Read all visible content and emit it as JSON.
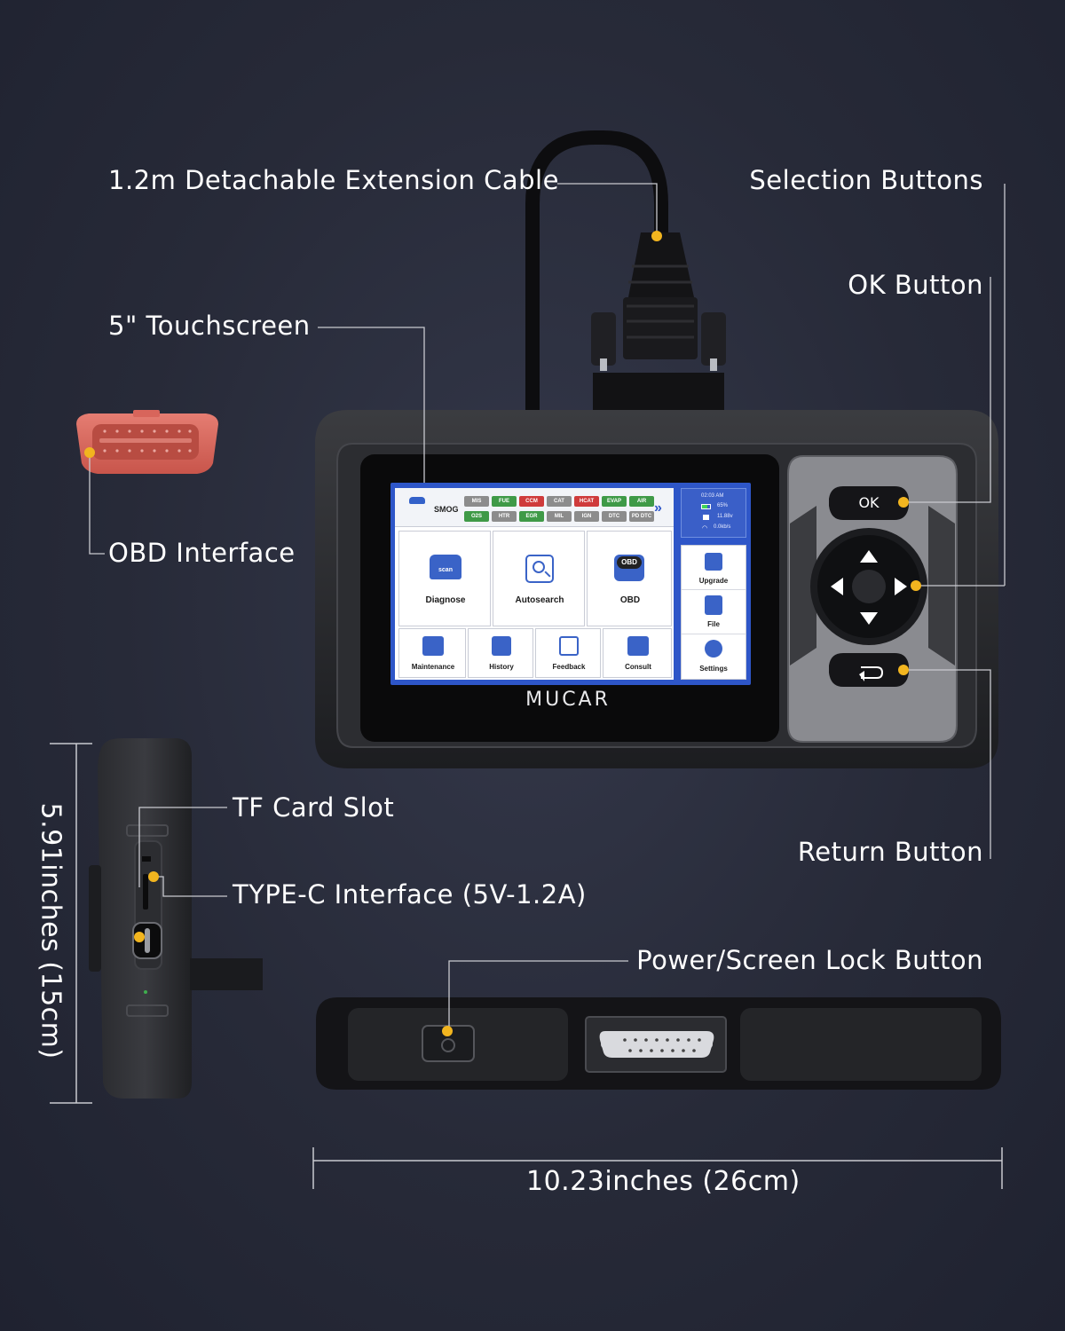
{
  "callouts": {
    "cable": "1.2m Detachable Extension Cable",
    "selection_buttons": "Selection Buttons",
    "ok_button": "OK Button",
    "touchscreen": "5\" Touchscreen",
    "obd_interface": "OBD Interface",
    "tf_card_slot": "TF Card Slot",
    "type_c": "TYPE-C Interface (5V-1.2A)",
    "return_button": "Return Button",
    "power_button": "Power/Screen Lock Button"
  },
  "dimensions": {
    "height": "5.91inches (15cm)",
    "width": "10.23inches (26cm)"
  },
  "device": {
    "brand": "MUCAR",
    "ok_key": "OK"
  },
  "screen": {
    "smog_label": "SMOG",
    "monitors_row1": [
      "MIS",
      "FUE",
      "CCM",
      "CAT",
      "HCAT",
      "EVAP",
      "AIR"
    ],
    "monitors_row2": [
      "O2S",
      "HTR",
      "EGR",
      "MIL",
      "IGN",
      "DTC",
      "PD DTC"
    ],
    "tiles_top": [
      "Diagnose",
      "Autosearch",
      "OBD"
    ],
    "tiles_bottom": [
      "Maintenance",
      "History",
      "Feedback",
      "Consult"
    ],
    "side_items": [
      "Upgrade",
      "File",
      "Settings"
    ],
    "status": {
      "time": "02:03 AM",
      "battery": "65%",
      "voltage": "11.88v",
      "speed": "0.0kb/s"
    },
    "scan_badge": "scan",
    "obd_badge": "OBD"
  },
  "colors": {
    "accent_dot": "#f2b51f",
    "screen_frame": "#2e56c8",
    "chip_gray": "#8c8c8c",
    "chip_green": "#3f9a47",
    "chip_red": "#cf3b3b",
    "obd_plug": "#d9695f"
  }
}
